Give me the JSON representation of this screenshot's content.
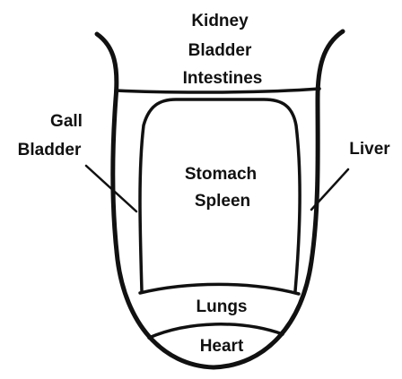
{
  "diagram": {
    "zones": {
      "top": [
        "Kidney",
        "Bladder",
        "Intestines"
      ],
      "left": [
        "Gall",
        "Bladder"
      ],
      "right": "Liver",
      "center": [
        "Stomach",
        "Spleen"
      ],
      "lower": "Lungs",
      "tip": "Heart"
    }
  }
}
